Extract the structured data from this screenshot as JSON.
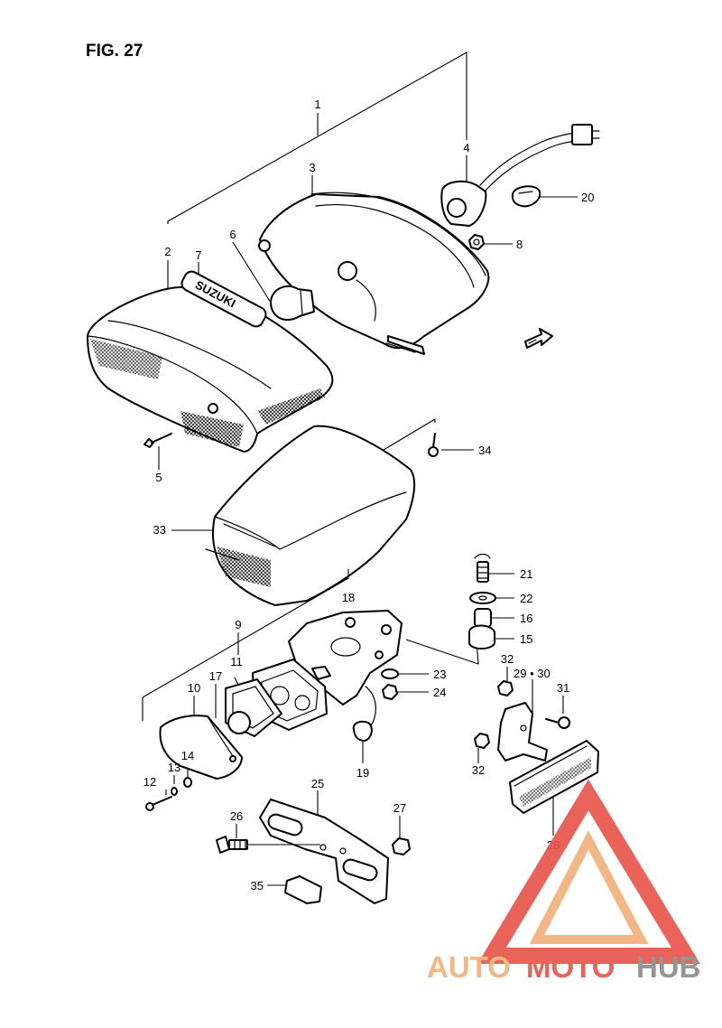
{
  "figure": {
    "title": "FIG. 27"
  },
  "labels": [
    {
      "id": "1",
      "text": "1"
    },
    {
      "id": "2",
      "text": "2"
    },
    {
      "id": "3",
      "text": "3"
    },
    {
      "id": "4",
      "text": "4"
    },
    {
      "id": "5",
      "text": "5"
    },
    {
      "id": "6",
      "text": "6"
    },
    {
      "id": "7",
      "text": "7"
    },
    {
      "id": "8",
      "text": "8"
    },
    {
      "id": "9",
      "text": "9"
    },
    {
      "id": "10",
      "text": "10"
    },
    {
      "id": "11",
      "text": "11"
    },
    {
      "id": "12",
      "text": "12"
    },
    {
      "id": "13",
      "text": "13"
    },
    {
      "id": "14",
      "text": "14"
    },
    {
      "id": "15",
      "text": "15"
    },
    {
      "id": "16",
      "text": "16"
    },
    {
      "id": "17",
      "text": "17"
    },
    {
      "id": "18",
      "text": "18"
    },
    {
      "id": "19",
      "text": "19"
    },
    {
      "id": "20",
      "text": "20"
    },
    {
      "id": "21",
      "text": "21"
    },
    {
      "id": "22",
      "text": "22"
    },
    {
      "id": "23",
      "text": "23"
    },
    {
      "id": "24",
      "text": "24"
    },
    {
      "id": "25",
      "text": "25"
    },
    {
      "id": "26",
      "text": "26"
    },
    {
      "id": "27",
      "text": "27"
    },
    {
      "id": "28",
      "text": "28"
    },
    {
      "id": "29-30",
      "text": "29 • 30"
    },
    {
      "id": "31",
      "text": "31"
    },
    {
      "id": "32a",
      "text": "32"
    },
    {
      "id": "32b",
      "text": "32"
    },
    {
      "id": "33",
      "text": "33"
    },
    {
      "id": "34",
      "text": "34"
    },
    {
      "id": "35",
      "text": "35"
    }
  ],
  "lens_logo": {
    "text": "SUZUKI"
  },
  "watermark": {
    "part1": "AUTO",
    "part2": "MOTO",
    "part3": "HUB",
    "color_primary": "#e8534a",
    "color_secondary": "#f2b07a",
    "color_dark": "#8a8a8a"
  },
  "colors": {
    "line": "#000000",
    "background": "#ffffff"
  }
}
